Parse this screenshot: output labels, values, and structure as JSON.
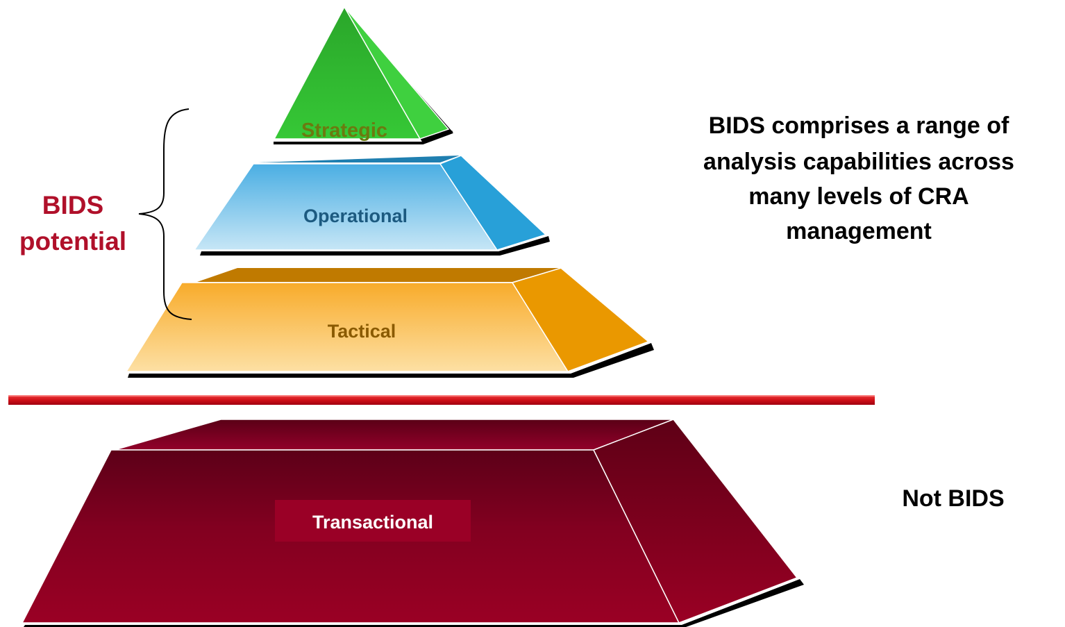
{
  "levels": {
    "strategic": "Strategic",
    "operational": "Operational",
    "tactical": "Tactical",
    "transactional": "Transactional"
  },
  "bracket_label": [
    "BIDS",
    "potential"
  ],
  "description": [
    "BIDS comprises a range of",
    "analysis capabilities across",
    "many levels of CRA",
    "management"
  ],
  "not_bids_label": "Not BIDS",
  "colors": {
    "strategic": "#33c233",
    "operational": "#5ab3e3",
    "tactical": "#f7b034",
    "transactional": "#8a0020",
    "divider": "#d01018",
    "accent_text": "#b0102a"
  }
}
